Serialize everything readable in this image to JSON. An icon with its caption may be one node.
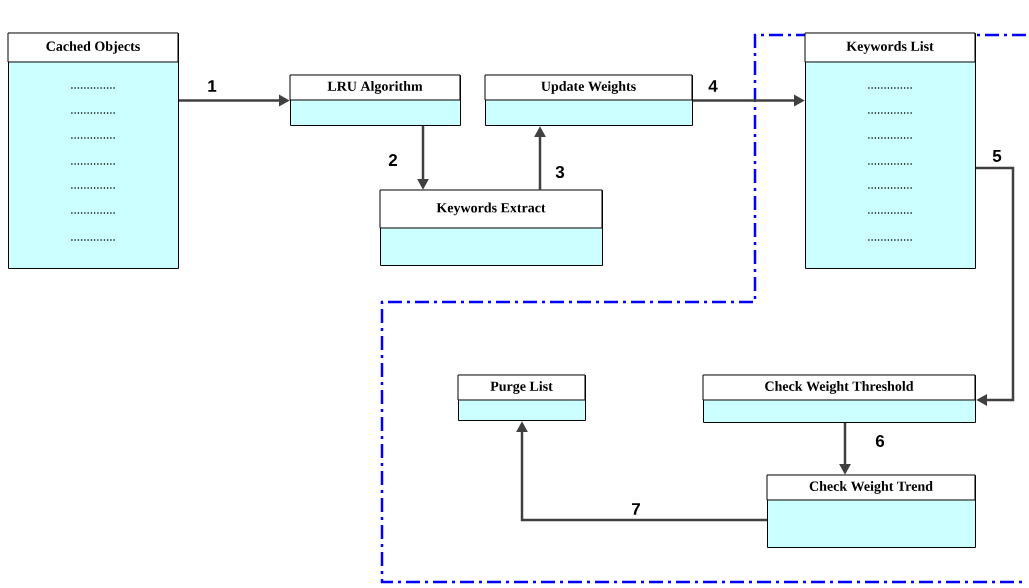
{
  "diagram": {
    "nodes": [
      {
        "text": [
          "Cached Objects",
          "..............",
          "..............",
          "..............",
          "..............",
          "..............",
          "..............",
          ".............."
        ]
      },
      {
        "text": [
          "LRU Algorithm"
        ]
      },
      {
        "text": [
          "Update Weights"
        ]
      },
      {
        "text": [
          "Keywords Extract"
        ]
      },
      {
        "text": [
          "Keywords List",
          "..............",
          "..............",
          "..............",
          "..............",
          "..............",
          "..............",
          ".............."
        ]
      },
      {
        "text": [
          "Purge List"
        ]
      },
      {
        "text": [
          "Check Weight Threshold"
        ]
      },
      {
        "text": [
          "Check Weight Trend"
        ]
      }
    ],
    "edges": [
      {
        "from": 0,
        "to": 1,
        "arrow": "to",
        "label": "1"
      },
      {
        "from": 1,
        "to": 3,
        "arrow": "to",
        "label": "2"
      },
      {
        "from": 3,
        "to": 2,
        "arrow": "to",
        "label": "3"
      },
      {
        "from": 2,
        "to": 4,
        "arrow": "to",
        "label": "4"
      },
      {
        "from": 4,
        "to": 6,
        "arrow": "to",
        "label": "5"
      },
      {
        "from": 6,
        "to": 7,
        "arrow": "to",
        "label": "6"
      },
      {
        "from": 7,
        "to": 5,
        "arrow": "to",
        "label": "7"
      }
    ]
  }
}
